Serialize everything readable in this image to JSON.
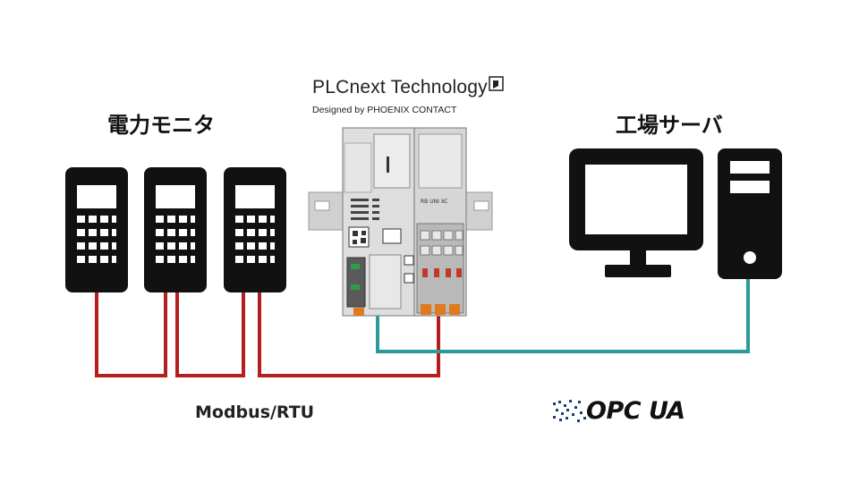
{
  "power_monitors": {
    "label": "電力モニタ",
    "count": 3
  },
  "factory_server": {
    "label": "工場サーバ"
  },
  "controller": {
    "brand_title": "PLCnext Technology",
    "brand_subtitle": "Designed by PHOENIX CONTACT",
    "module_label": "RB UNI XC"
  },
  "protocols": {
    "left": "Modbus/RTU",
    "right_logo": "OPC UA"
  },
  "colors": {
    "device": "#111111",
    "modbus_wire": "#b41e1e",
    "opcua_wire": "#2a9a9a",
    "plc_body": "#d9d9d9"
  }
}
